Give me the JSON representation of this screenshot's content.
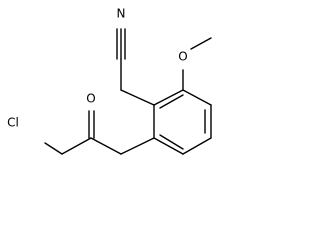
{
  "atoms": [
    {
      "id": "N1",
      "label": "N"
    },
    {
      "id": "O1",
      "label": "O"
    },
    {
      "id": "O2",
      "label": "O"
    },
    {
      "id": "Cl1",
      "label": "Cl"
    }
  ],
  "colors": {
    "bond": "#000000",
    "label": "#000000",
    "background": "#ffffff"
  }
}
